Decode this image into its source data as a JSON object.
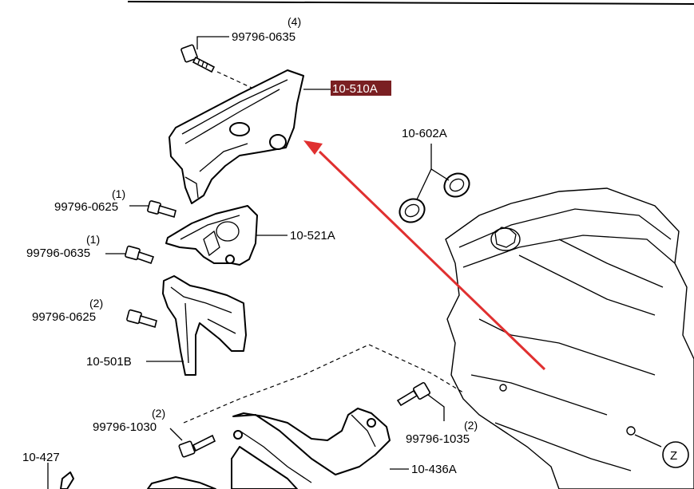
{
  "labels": {
    "p99796_0635_top": {
      "part": "99796-0635",
      "qty": "(4)"
    },
    "p10_510A": "10-510A",
    "p10_602A": "10-602A",
    "p99796_0625_a": {
      "part": "99796-0625",
      "qty": "(1)"
    },
    "p10_521A": "10-521A",
    "p99796_0635_mid": {
      "part": "99796-0635",
      "qty": "(1)"
    },
    "p99796_0625_b": {
      "part": "99796-0625",
      "qty": "(2)"
    },
    "p10_501B": "10-501B",
    "p99796_1030": {
      "part": "99796-1030",
      "qty": "(2)"
    },
    "p99796_1035": {
      "part": "99796-1035",
      "qty": "(2)"
    },
    "p10_427": "10-427",
    "p10_436A": "10-436A",
    "view_z": "Z"
  },
  "colors": {
    "highlight_bg": "#7a1f22",
    "highlight_text": "#ffffff",
    "arrow": "#e03030",
    "line": "#000000"
  }
}
